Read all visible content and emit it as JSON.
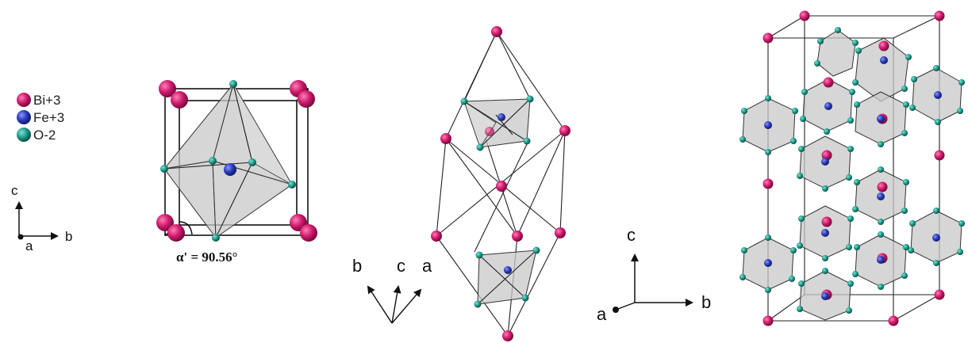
{
  "legend": {
    "items": [
      {
        "label": "Bi+3",
        "color": "#d11a6e"
      },
      {
        "label": "Fe+3",
        "color": "#2a3bbd"
      },
      {
        "label": "O-2",
        "color": "#1f9c8c"
      }
    ]
  },
  "panel1": {
    "axis_c": "c",
    "axis_a": "a",
    "axis_b": "b",
    "angle_label": "α' = 90.56°"
  },
  "panel2": {
    "axis_b": "b",
    "axis_c": "c",
    "axis_a": "a"
  },
  "panel3": {
    "axis_c": "c",
    "axis_a": "a",
    "axis_b": "b"
  },
  "colors": {
    "bi": "#d11a6e",
    "fe": "#2a3bbd",
    "o": "#1f9c8c"
  }
}
